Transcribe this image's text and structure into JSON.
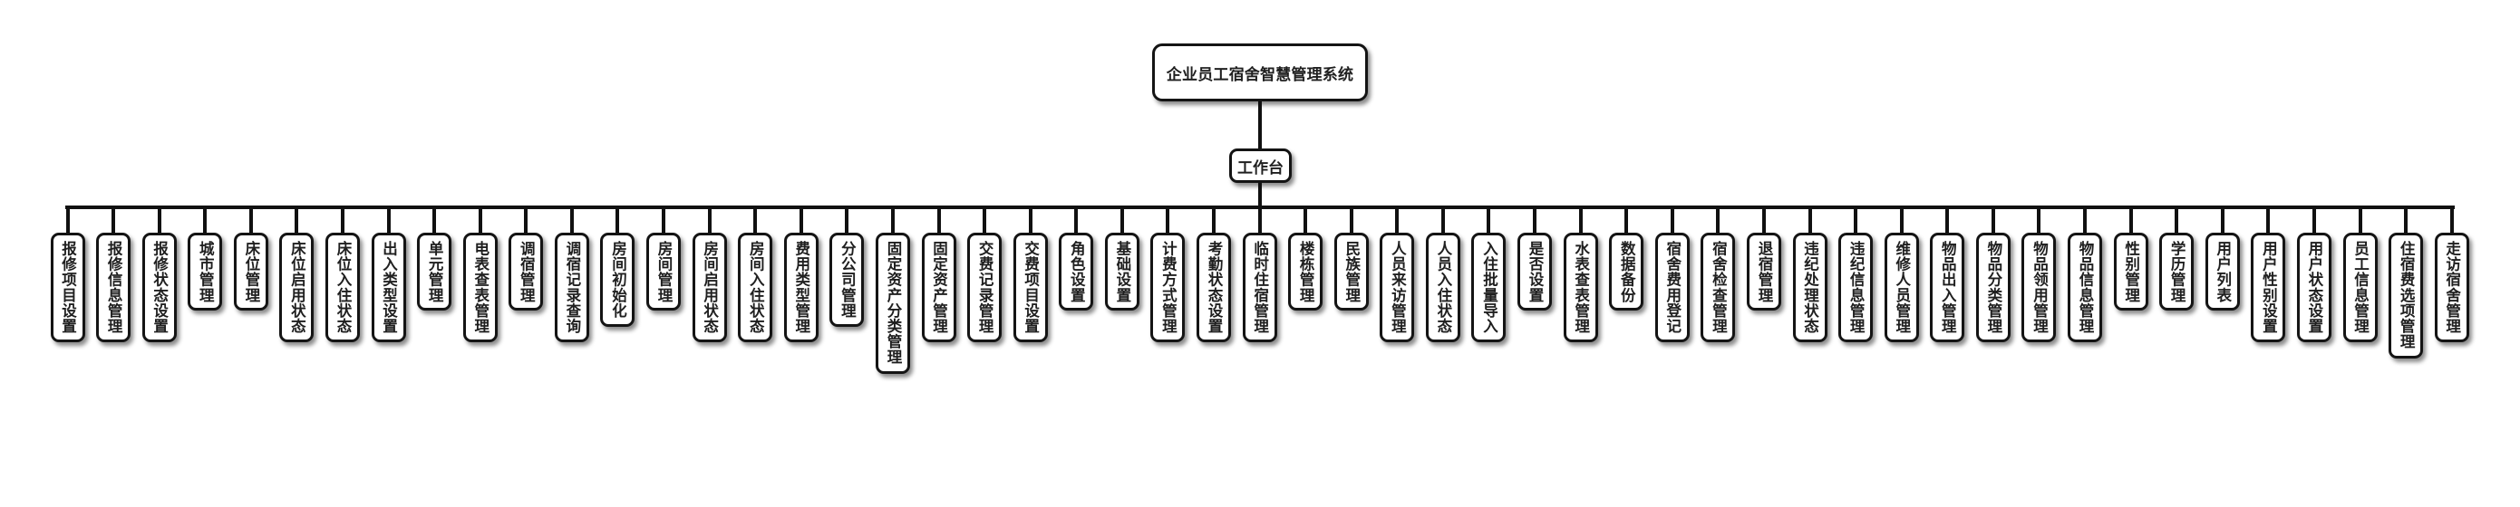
{
  "diagram": {
    "root": "企业员工宿舍智慧管理系统",
    "hub": "工作台",
    "modules": [
      "报修项目设置",
      "报修信息管理",
      "报修状态设置",
      "城市管理",
      "床位管理",
      "床位启用状态",
      "床位入住状态",
      "出入类型设置",
      "单元管理",
      "电表查表管理",
      "调宿管理",
      "调宿记录查询",
      "房间初始化",
      "房间管理",
      "房间启用状态",
      "房间入住状态",
      "费用类型管理",
      "分公司管理",
      "固定资产分类管理",
      "固定资产管理",
      "交费记录管理",
      "交费项目设置",
      "角色设置",
      "基础设置",
      "计费方式管理",
      "考勤状态设置",
      "临时住宿管理",
      "楼栋管理",
      "民族管理",
      "人员来访管理",
      "人员入住状态",
      "入住批量导入",
      "是否设置",
      "水表查表管理",
      "数据备份",
      "宿舍费用登记",
      "宿舍检查管理",
      "退宿管理",
      "违纪处理状态",
      "违纪信息管理",
      "维修人员管理",
      "物品出入管理",
      "物品分类管理",
      "物品领用管理",
      "物品信息管理",
      "性别管理",
      "学历管理",
      "用户列表",
      "用户性别设置",
      "用户状态设置",
      "员工信息管理",
      "住宿费选项管理",
      "走访宿舍管理"
    ]
  }
}
